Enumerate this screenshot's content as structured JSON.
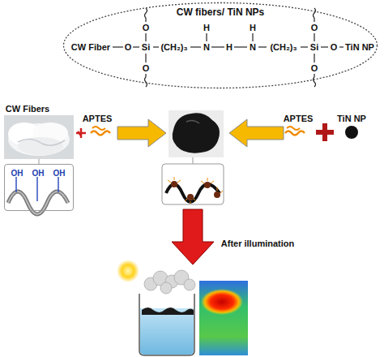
{
  "diagram": {
    "nodes": [
      {
        "text": [
          "CW fibers/ TiN NPs"
        ]
      },
      {
        "text": [
          "OH",
          "OH",
          "OH"
        ]
      }
    ],
    "labels": [
      "CW Fiber",
      "O",
      "O",
      "Si",
      "O",
      "(CH₂)₃",
      "H",
      "N",
      "H",
      "H",
      "N",
      "(CH₂)₃",
      "O",
      "Si",
      "O",
      "O",
      "TiN NP",
      "CW Fibers",
      "APTES",
      "APTES",
      "TiN NP",
      "After illumination"
    ]
  }
}
